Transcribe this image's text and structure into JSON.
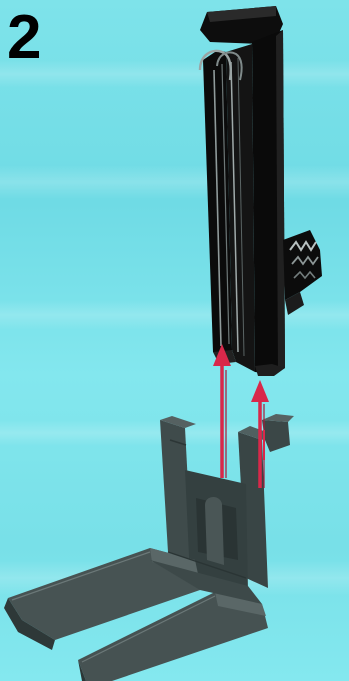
{
  "step": {
    "number": "2"
  },
  "colors": {
    "background": "#7ee3ea",
    "upper_part": "#0b0b0b",
    "lower_part": "#3e4a4a",
    "arrow": "#d8284a"
  },
  "illustration": {
    "upper_part": "black-forklift-mast",
    "lower_part": "dark-grey-forklift-fork",
    "arrows": "red-assembly-arrows",
    "arrow_count": 2
  }
}
